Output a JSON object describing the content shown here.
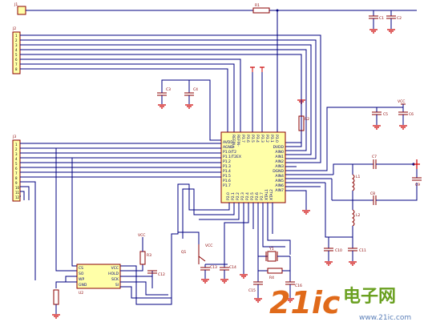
{
  "labels": {
    "jp_top": "J1",
    "r_top": "R1",
    "c_top1": "C1",
    "c_top2": "C2",
    "conn1": "J2",
    "conn2": "J3",
    "c_mid1": "C3",
    "c_mid2": "C4",
    "r_mid": "R2",
    "vcc_right": "VCC",
    "c_right1": "C5",
    "c_right2": "C6",
    "c_xtal1": "C7",
    "c_xtal2": "C8",
    "l1": "L1",
    "l2": "L2",
    "c_lc": "C9",
    "c_bot1": "C10",
    "c_bot2": "C11",
    "u2": "U2",
    "vcc_bl": "VCC",
    "c_u2": "C12",
    "r_u2": "R3",
    "vcc_bot": "VCC",
    "c_b1": "C13",
    "c_b2": "C14",
    "xtal": "Y1",
    "r_x": "R4",
    "c_x1": "C15",
    "c_x2": "C16",
    "q1": "Q1"
  },
  "mcu": {
    "left_pins": [
      "AVDD",
      "AGND",
      "P1.0/T2",
      "P1.1/T2EX",
      "P1.2",
      "P1.3",
      "P1.4",
      "P1.5",
      "P1.6",
      "P1.7"
    ],
    "right_pins": [
      "DVDD",
      "AIN0",
      "AIN1",
      "AIN2",
      "AIN3",
      "DGND",
      "AIN4",
      "AIN5",
      "AIN6",
      "AIN7"
    ],
    "top_pins": [
      "REFIN+",
      "REFIN-",
      "P3.7",
      "P3.6",
      "P3.5",
      "P3.4",
      "P3.3",
      "P3.2",
      "P3.1",
      "P3.0"
    ],
    "bottom_pins": [
      "P2.0",
      "P2.1",
      "P2.2",
      "P2.3",
      "P2.4",
      "P2.5",
      "P2.6",
      "P2.7",
      "XTAL1",
      "XTAL2"
    ]
  },
  "u2": {
    "left_pins": [
      "CS",
      "SO",
      "WP",
      "GND"
    ],
    "right_pins": [
      "VCC",
      "HOLD",
      "SCK",
      "SI"
    ]
  },
  "connector_pins_j2": [
    "1",
    "2",
    "3",
    "4",
    "5",
    "6",
    "7",
    "8"
  ],
  "connector_pins_j3": [
    "1",
    "2",
    "3",
    "4",
    "5",
    "6",
    "7",
    "8",
    "9",
    "10",
    "11",
    "12"
  ],
  "watermark": {
    "number": "21ic",
    "chinese": "电子网",
    "url": "www.21ic.com"
  },
  "colors": {
    "wire": "#000080",
    "part": "#8b0000",
    "chip_fill": "#ffffa8",
    "ground": "#cc0000",
    "watermark_orange": "#e06a1a",
    "watermark_green": "#6aa020"
  }
}
